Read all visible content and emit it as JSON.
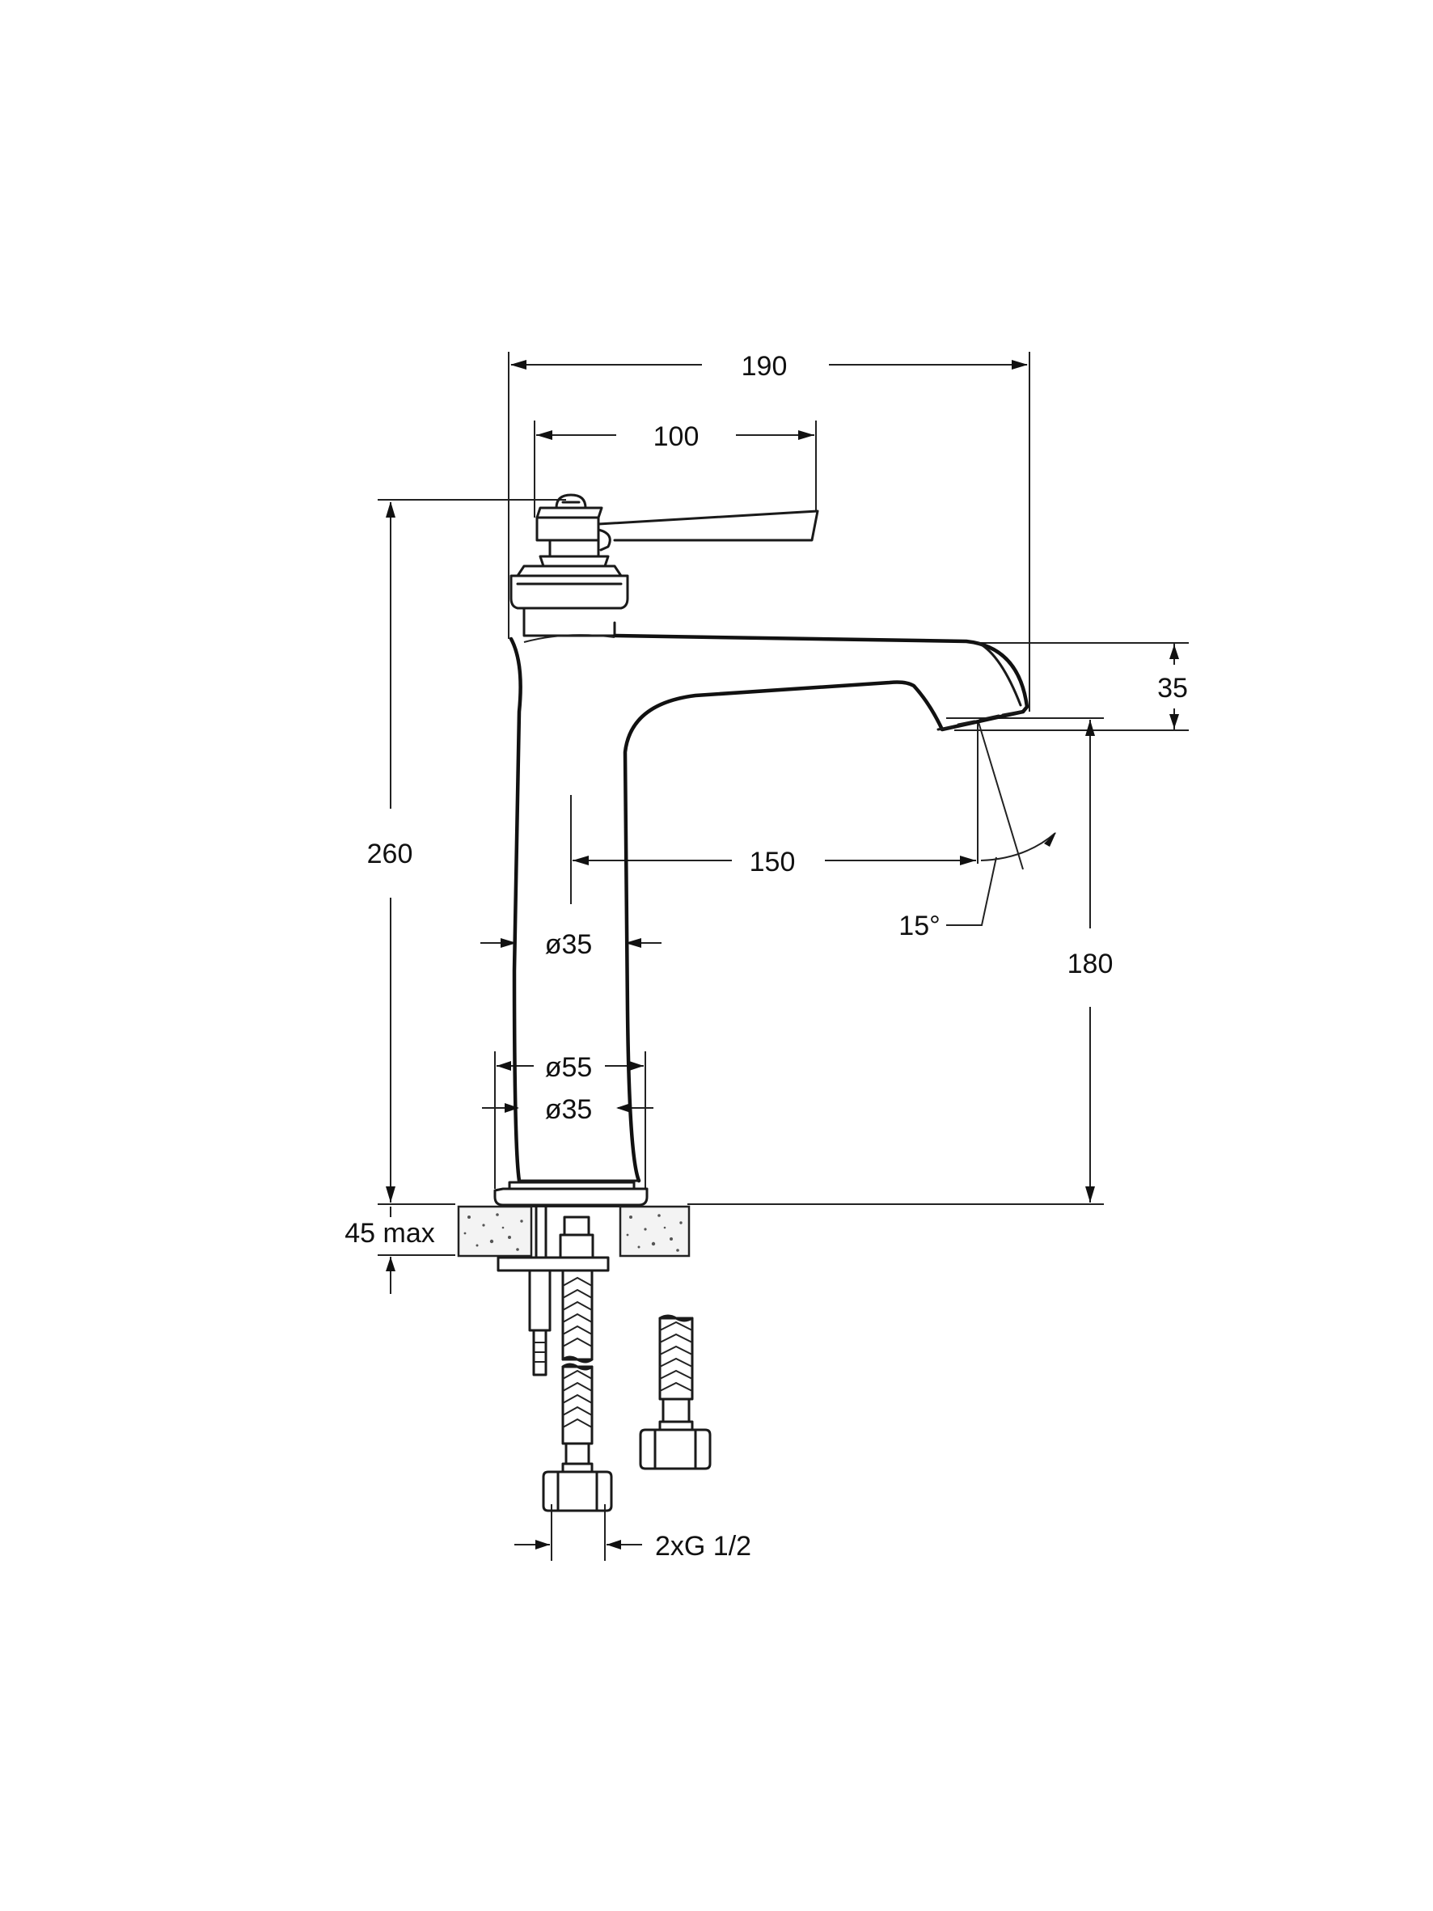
{
  "dimensions": {
    "total_width": "190",
    "handle_width": "100",
    "total_height": "260",
    "spout_thickness": "35",
    "spout_reach": "150",
    "spout_angle": "15°",
    "spout_height": "180",
    "body_diameter": "ø35",
    "base_diameter": "ø55",
    "stem_diameter": "ø35",
    "max_countertop": "45 max",
    "connections": "2xG 1/2"
  }
}
